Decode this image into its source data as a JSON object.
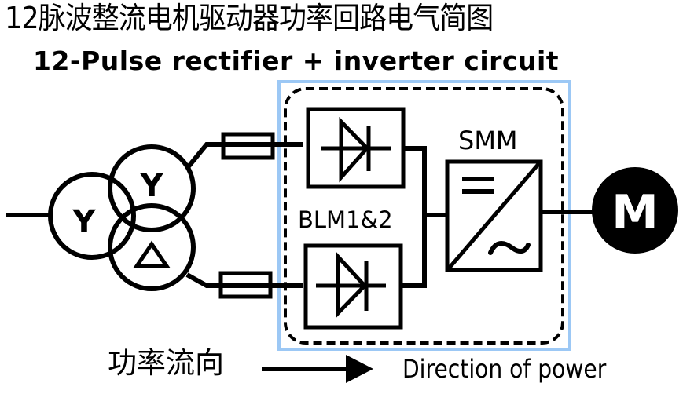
{
  "title": {
    "chinese": "12脉波整流电机驱动器功率回路电气简图",
    "english": "12-Pulse rectifier + inverter circuit"
  },
  "transformer": {
    "primary_winding": "Y",
    "secondary_winding_1": "Y",
    "secondary_winding_2": "Δ"
  },
  "rectifier_module": {
    "label": "BLM1&2",
    "diode_units": 2
  },
  "inverter": {
    "label": "SMM",
    "dc_symbol": "=",
    "ac_symbol": "~"
  },
  "motor": {
    "label": "M"
  },
  "legend": {
    "chinese": "功率流向",
    "english": "Direction of power",
    "arrow_icon": "right-arrow-icon"
  },
  "colors": {
    "line": "#000000",
    "selection_highlight": "#9cc8f5",
    "motor_fill": "#000000",
    "motor_text": "#ffffff"
  }
}
